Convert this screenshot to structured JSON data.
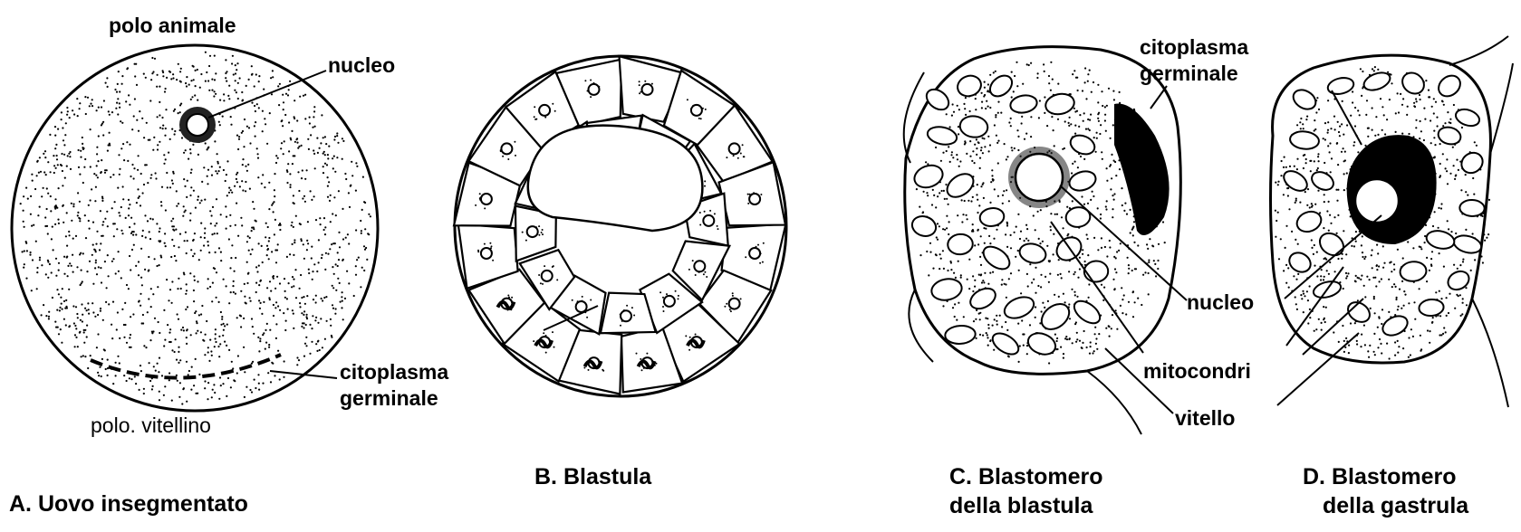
{
  "panel_a": {
    "caption": "A.   Uovo insegmentato",
    "label_top": "polo animale",
    "label_nucleus": "nucleo",
    "label_germ_1": "citoplasma",
    "label_germ_2": "germinale",
    "label_bottom": "polo. vitellino"
  },
  "panel_b": {
    "caption": "B.   Blastula"
  },
  "panel_c": {
    "caption_1": "C.   Blastomero",
    "caption_2": "della blastula",
    "label_germ_1": "citoplasma",
    "label_germ_2": "germinale"
  },
  "panel_d": {
    "caption_1": "D.   Blastomero",
    "caption_2": "della gastrula"
  },
  "shared_labels": {
    "nucleus": "nucleo",
    "mitochondria": "mitocondri",
    "yolk": "vitello"
  }
}
